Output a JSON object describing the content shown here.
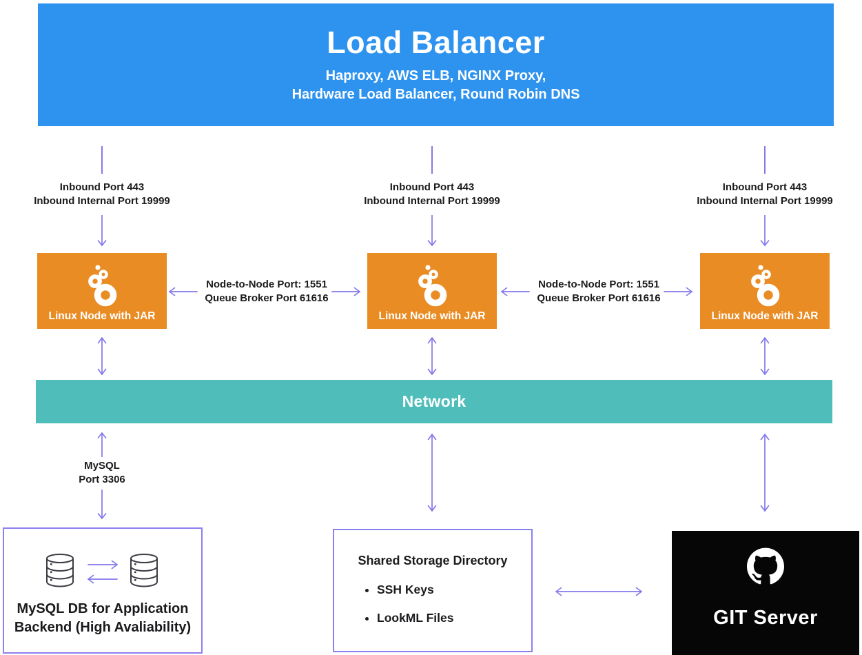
{
  "colors": {
    "blue": "#2e93ee",
    "orange": "#ea8c24",
    "teal": "#4fbdba",
    "purple": "#8478ea",
    "border-purple": "#8b80f0",
    "black": "#060606"
  },
  "load_balancer": {
    "title": "Load Balancer",
    "subtitle_line1": "Haproxy, AWS ELB, NGINX Proxy,",
    "subtitle_line2": "Hardware Load Balancer, Round Robin DNS"
  },
  "inbound_link": {
    "line1": "Inbound Port 443",
    "line2": "Inbound Internal Port 19999"
  },
  "linux_node": {
    "label": "Linux Node with JAR"
  },
  "node_link": {
    "line1": "Node-to-Node Port: 1551",
    "line2": "Queue Broker Port 61616"
  },
  "network": {
    "label": "Network"
  },
  "mysql_link": {
    "line1": "MySQL",
    "line2": "Port 3306"
  },
  "mysql_db": {
    "line1": "MySQL DB for Application",
    "line2": "Backend (High Avaliability)"
  },
  "shared_storage": {
    "title": "Shared Storage Directory",
    "items": [
      "SSH Keys",
      "LookML Files"
    ]
  },
  "git_server": {
    "label": "GIT Server"
  }
}
